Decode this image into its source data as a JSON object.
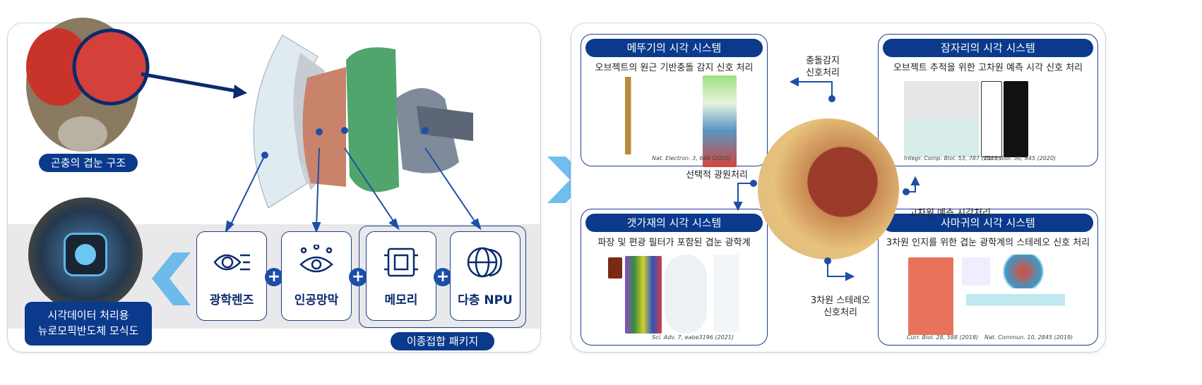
{
  "left": {
    "insect_label": "곤충의 겹눈 구조",
    "chip_label_line1": "시각데이터 처리용",
    "chip_label_line2": "뉴로모픽반도체 모식도",
    "components": [
      "광학렌즈",
      "인공망막",
      "메모리",
      "다층 NPU"
    ],
    "package_label": "이종접합 패키지"
  },
  "right": {
    "systems": [
      {
        "title": "메뚜기의 시각 시스템",
        "subtitle": "오브젝트의 원근 기반충돌 감지 신호 처리",
        "refs": [
          "Nat. Electron. 3, 646 (2020)"
        ]
      },
      {
        "title": "잠자리의 시각 시스템",
        "subtitle": "오브젝트 추적을 위한 고차원 예측 시각 신호 처리",
        "refs": [
          "Integr. Comp. Biol. 53, 787 (2013)",
          "Curr. Biol. 30, 645 (2020)"
        ]
      },
      {
        "title": "갯가재의 시각 시스템",
        "subtitle": "파장 및 편광 필터가 포함된 겹눈 광학계",
        "refs": [
          "Sci. Adv. 7, eabe3196 (2021)"
        ]
      },
      {
        "title": "사마귀의 시각 시스템",
        "subtitle": "3차원 인지를 위한 겹눈 광학계의 스테레오 신호 처리",
        "refs": [
          "Curr. Biol. 28, 588 (2018)",
          "Nat. Commun. 10, 2845 (2019)"
        ]
      }
    ],
    "processing": {
      "collision_line1": "충돌감지",
      "collision_line2": "신호처리",
      "selective": "선택적 광원처리",
      "predictive": "고차원 예측 시각처리",
      "stereo_line1": "3차원 스테레오",
      "stereo_line2": "신호처리"
    }
  },
  "colors": {
    "navy": "#0b3a8c",
    "accent_blue": "#4aa8e8"
  }
}
